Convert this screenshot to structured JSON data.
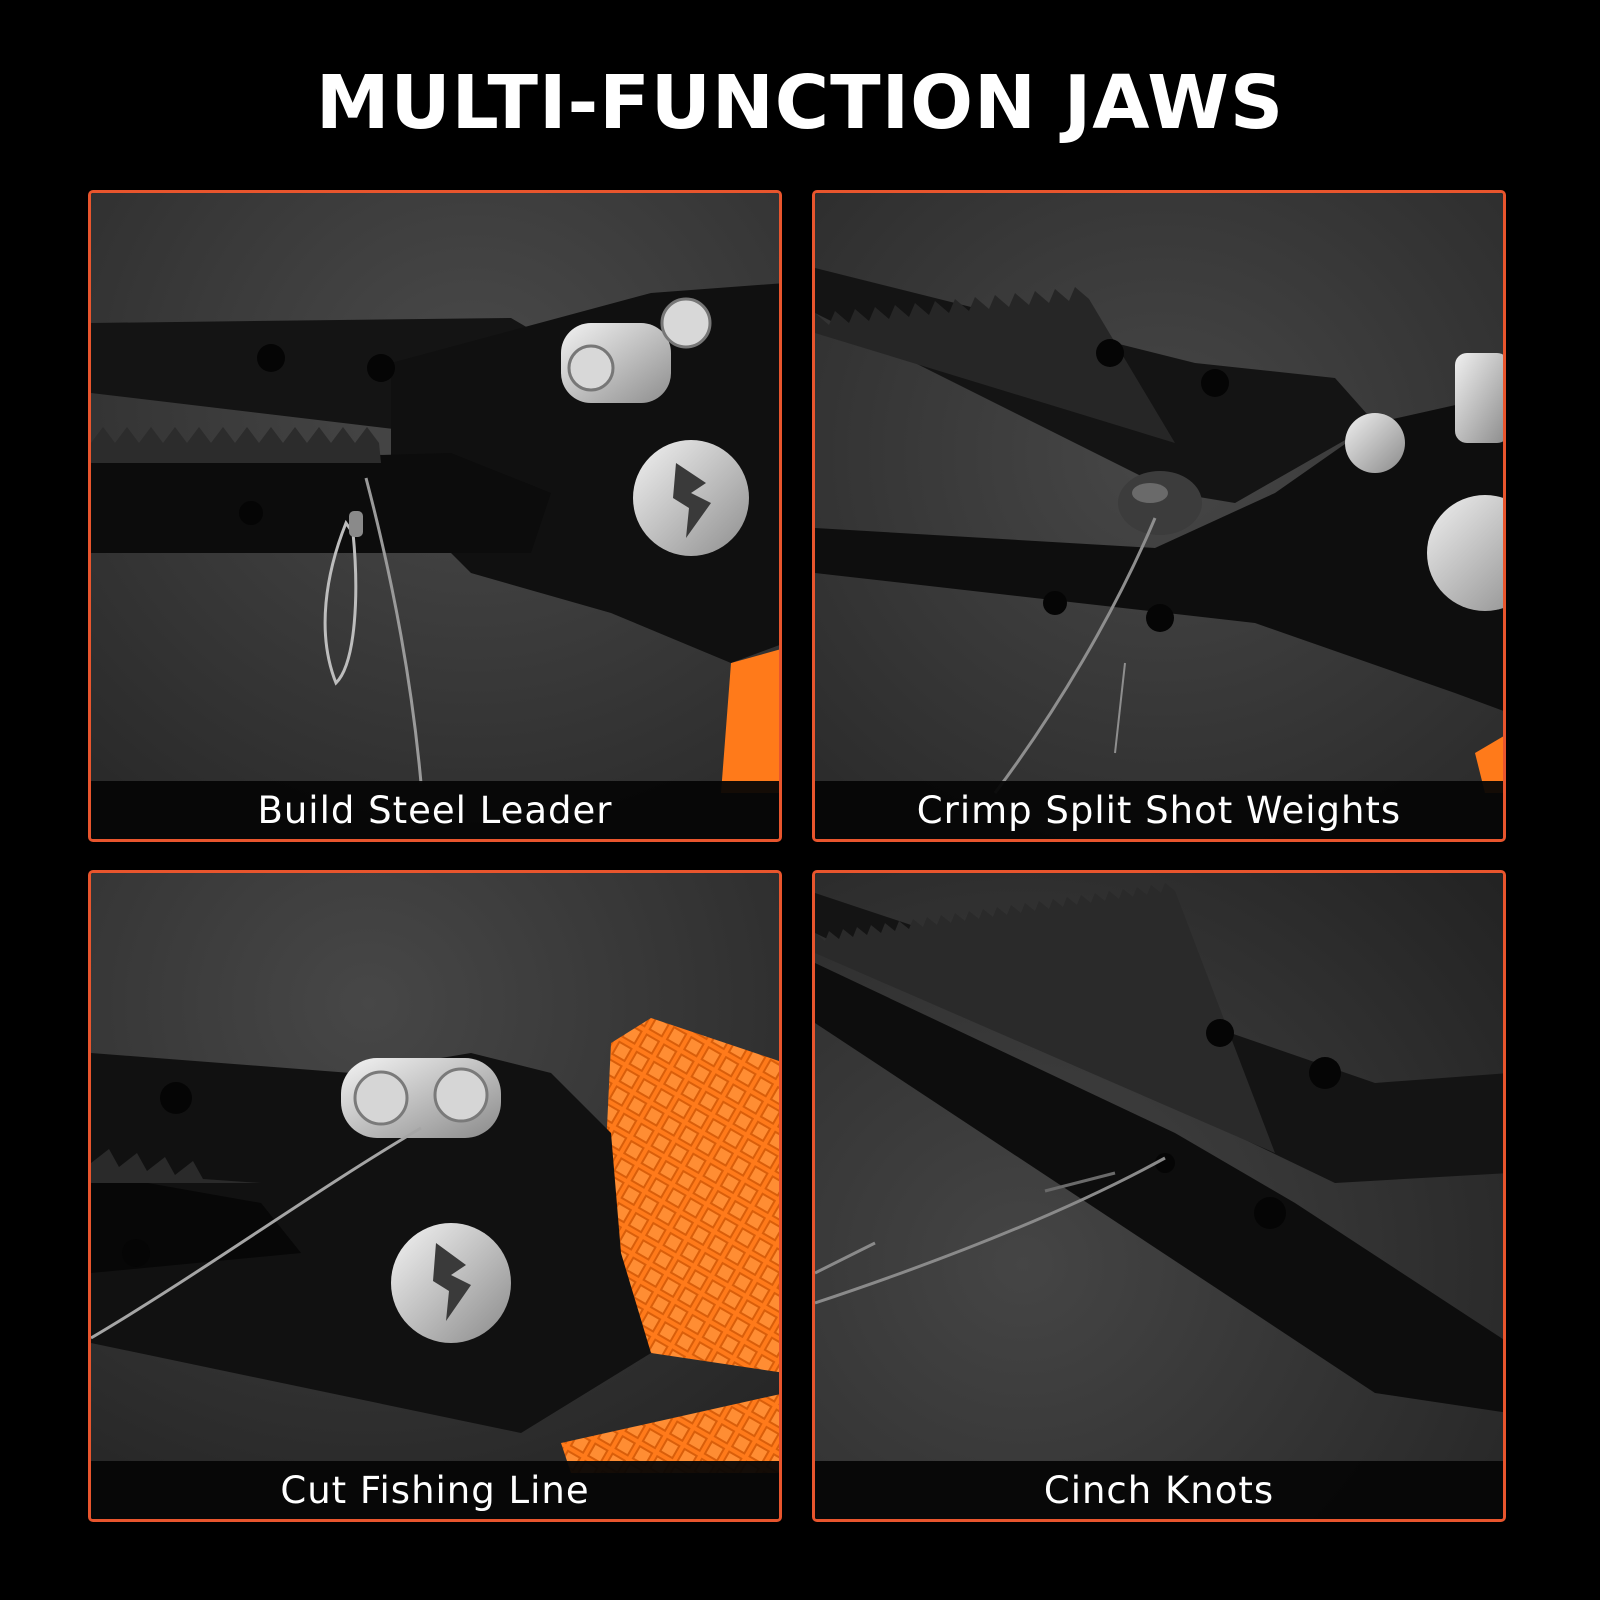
{
  "headline": "MULTI-FUNCTION JAWS",
  "colors": {
    "background": "#000000",
    "panel_border": "#e8552d",
    "handle_orange": "#ff7a1a",
    "caption_text": "#ffffff"
  },
  "panels": [
    {
      "caption": "Build Steel Leader",
      "image": "plier-jaw-crimping-steel-leader-photo"
    },
    {
      "caption": "Crimp Split Shot Weights",
      "image": "plier-jaw-crimping-split-shot-photo"
    },
    {
      "caption": "Cut Fishing Line",
      "image": "plier-cutter-cutting-line-photo"
    },
    {
      "caption": "Cinch Knots",
      "image": "plier-tip-cinching-knot-photo"
    }
  ]
}
